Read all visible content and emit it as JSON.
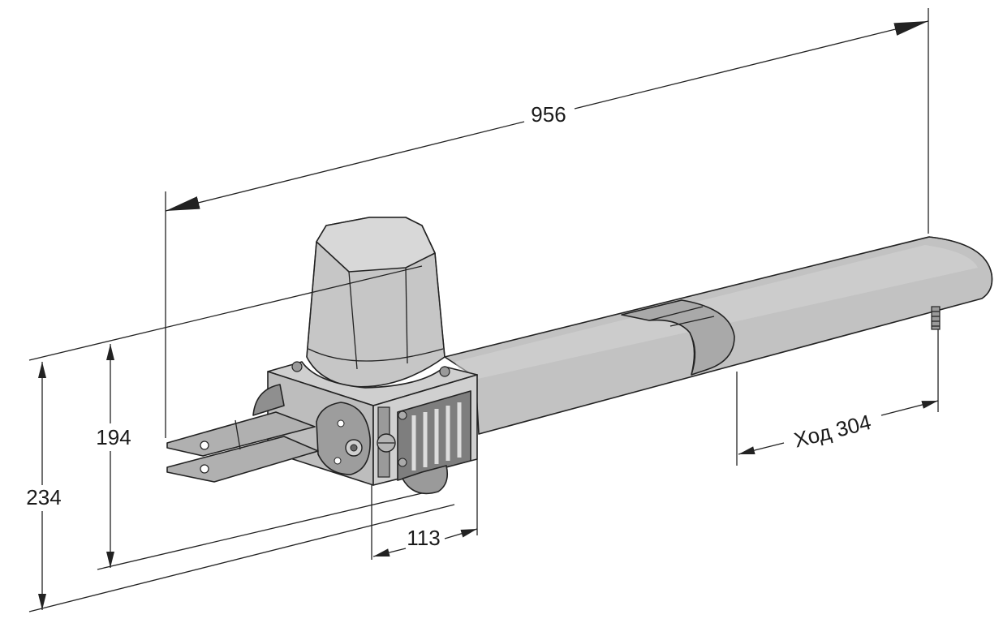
{
  "dimensions": {
    "overall_length": "956",
    "height_inner": "194",
    "height_total": "234",
    "motor_width": "113",
    "stroke": "Ход 304"
  },
  "colors": {
    "body": "#bcbcbc",
    "body_light": "#d4d4d4",
    "body_dark": "#8e8e8e",
    "line": "#222222"
  }
}
